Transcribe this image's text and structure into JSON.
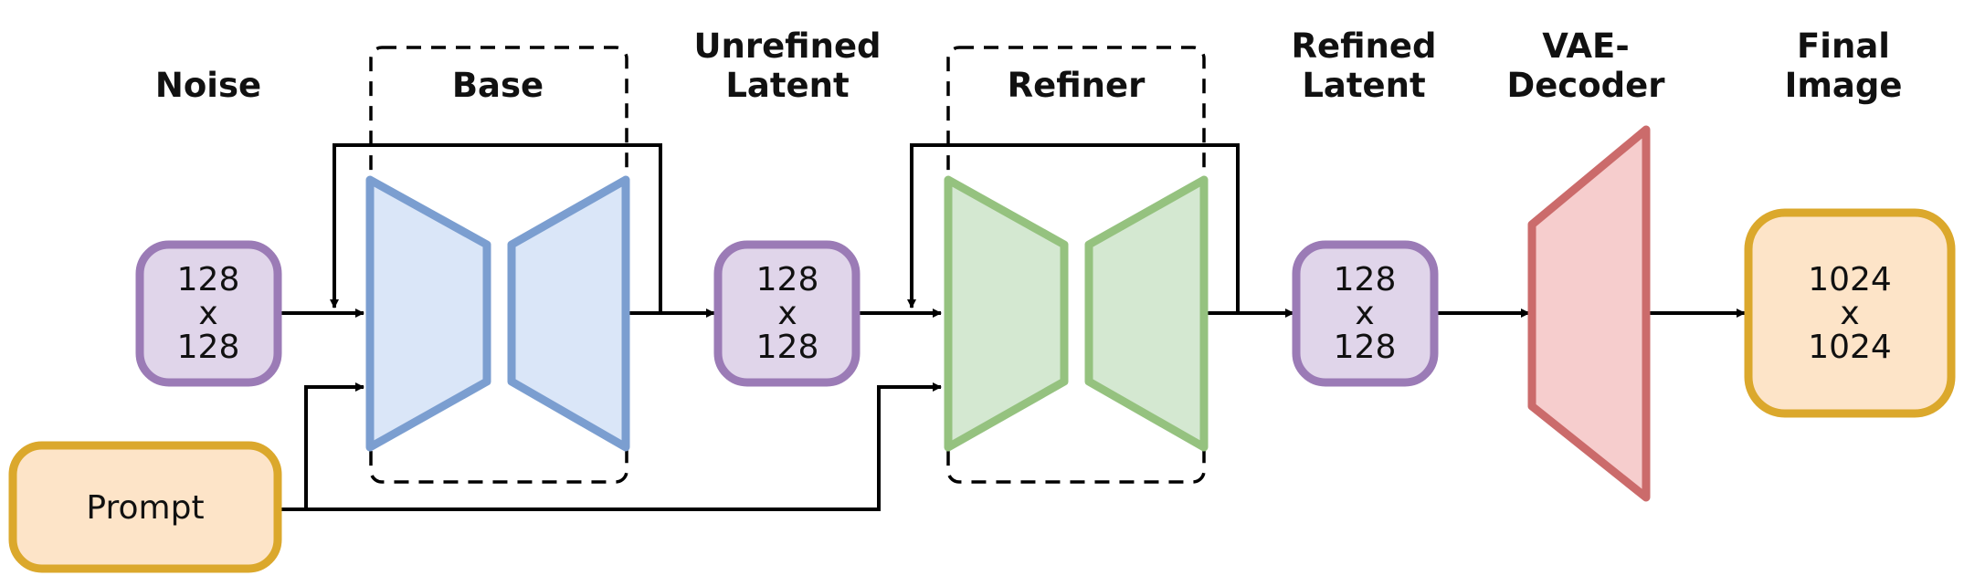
{
  "labels": {
    "noise": "Noise",
    "base": "Base",
    "unrefined_latent": [
      "Unrefined",
      "Latent"
    ],
    "refiner": "Refiner",
    "refined_latent": [
      "Refined",
      "Latent"
    ],
    "vae_decoder": [
      "VAE-",
      "Decoder"
    ],
    "final_image": [
      "Final",
      "Image"
    ]
  },
  "boxes": {
    "noise": [
      "128",
      "x",
      "128"
    ],
    "unrefined": [
      "128",
      "x",
      "128"
    ],
    "refined": [
      "128",
      "x",
      "128"
    ],
    "final": [
      "1024",
      "x",
      "1024"
    ],
    "prompt": "Prompt"
  },
  "colors": {
    "latent_fill": "#e0d5ea",
    "latent_stroke": "#9b7bb6",
    "prompt_fill": "#fde4c8",
    "prompt_stroke": "#dba82c",
    "base_fill": "#dae6f8",
    "base_stroke": "#7b9ed0",
    "refiner_fill": "#d4e8d1",
    "refiner_stroke": "#95c27f",
    "vae_fill": "#f6cdcd",
    "vae_stroke": "#cb6b6b"
  }
}
